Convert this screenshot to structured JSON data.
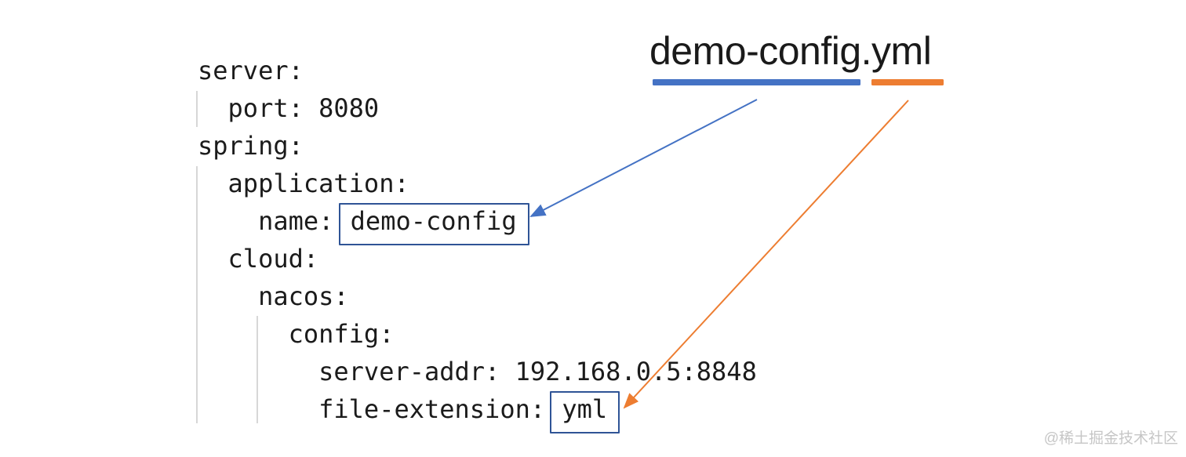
{
  "title": {
    "text": "demo-config.yml"
  },
  "code": {
    "lines": [
      {
        "text": "server:"
      },
      {
        "text": "  port: 8080"
      },
      {
        "text": "spring:"
      },
      {
        "text": "  application:"
      },
      {
        "text": "    name: ",
        "boxed": "demo-config"
      },
      {
        "text": "  cloud:"
      },
      {
        "text": "    nacos:"
      },
      {
        "text": "      config:"
      },
      {
        "text": "        server-addr: 192.168.0.5:8848"
      },
      {
        "text": "        file-extension: ",
        "boxed": "yml"
      }
    ]
  },
  "annotations": {
    "blue_arrow_target": "demo-config",
    "orange_arrow_target": "yml"
  },
  "colors": {
    "blue": "#4472C4",
    "orange": "#ED7D31",
    "box_border": "#2F5496",
    "code_text": "#1b1b1b",
    "guide": "#d7d7d7",
    "watermark": "#c6c6c6"
  },
  "watermark": {
    "text": "@稀土掘金技术社区"
  }
}
